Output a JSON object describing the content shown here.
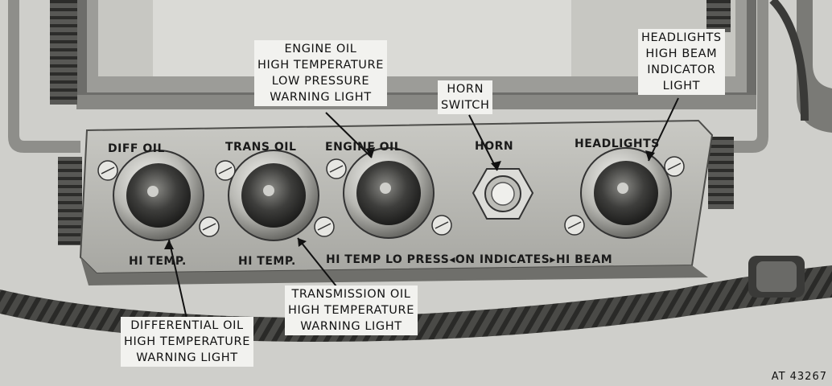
{
  "panel_labels": {
    "diff_oil": "DIFF OIL",
    "trans_oil": "TRANS OIL",
    "engine_oil": "ENGINE OIL",
    "horn": "HORN",
    "headlights": "HEADLIGHTS",
    "hi_temp_1": "HI TEMP.",
    "hi_temp_2": "HI TEMP.",
    "bottom_strip": "HI TEMP LO PRESS◂ON INDICATES▸HI BEAM"
  },
  "callouts": {
    "engine_oil": [
      "ENGINE OIL",
      "HIGH TEMPERATURE",
      "LOW PRESSURE",
      "WARNING LIGHT"
    ],
    "horn_switch": [
      "HORN",
      "SWITCH"
    ],
    "headlights": [
      "HEADLIGHTS",
      "HIGH BEAM",
      "INDICATOR",
      "LIGHT"
    ],
    "transmission_oil": [
      "TRANSMISSION OIL",
      "HIGH TEMPERATURE",
      "WARNING LIGHT"
    ],
    "differential_oil": [
      "DIFFERENTIAL OIL",
      "HIGH TEMPERATURE",
      "WARNING LIGHT"
    ]
  },
  "figure_id": "AT 43267"
}
